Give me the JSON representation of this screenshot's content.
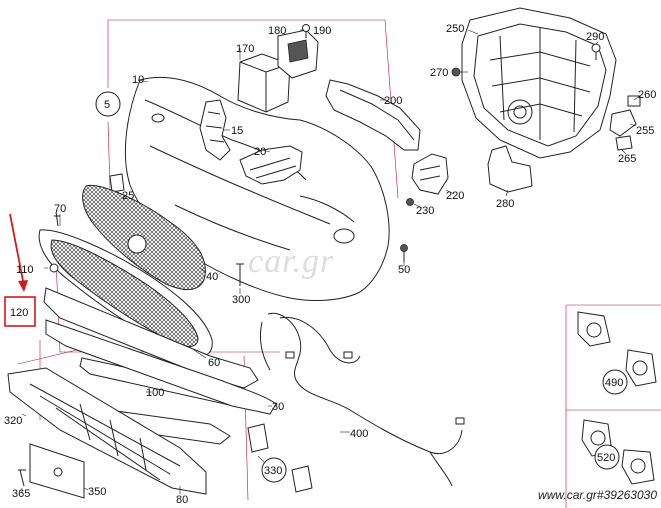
{
  "colors": {
    "accent_red": "#d11a1a",
    "guide_lines": "#b0183a",
    "ink": "#222222"
  },
  "labels": {
    "p5": "5",
    "p10": "10",
    "p15": "15",
    "p20": "20",
    "p25": "25",
    "p30": "30",
    "p40": "40",
    "p50": "50",
    "p60": "60",
    "p70": "70",
    "p80": "80",
    "p100": "100",
    "p110": "110",
    "p120": "120",
    "p170": "170",
    "p180": "180",
    "p190": "190",
    "p200": "200",
    "p220": "220",
    "p230": "230",
    "p250": "250",
    "p255": "255",
    "p260": "260",
    "p265": "265",
    "p270": "270",
    "p280": "280",
    "p290": "290",
    "p300": "300",
    "p320": "320",
    "p330": "330",
    "p350": "350",
    "p365": "365",
    "p400": "400",
    "p490": "490",
    "p520": "520"
  },
  "watermark": "car.gr",
  "watermark_id": "www.car.gr#39263030"
}
